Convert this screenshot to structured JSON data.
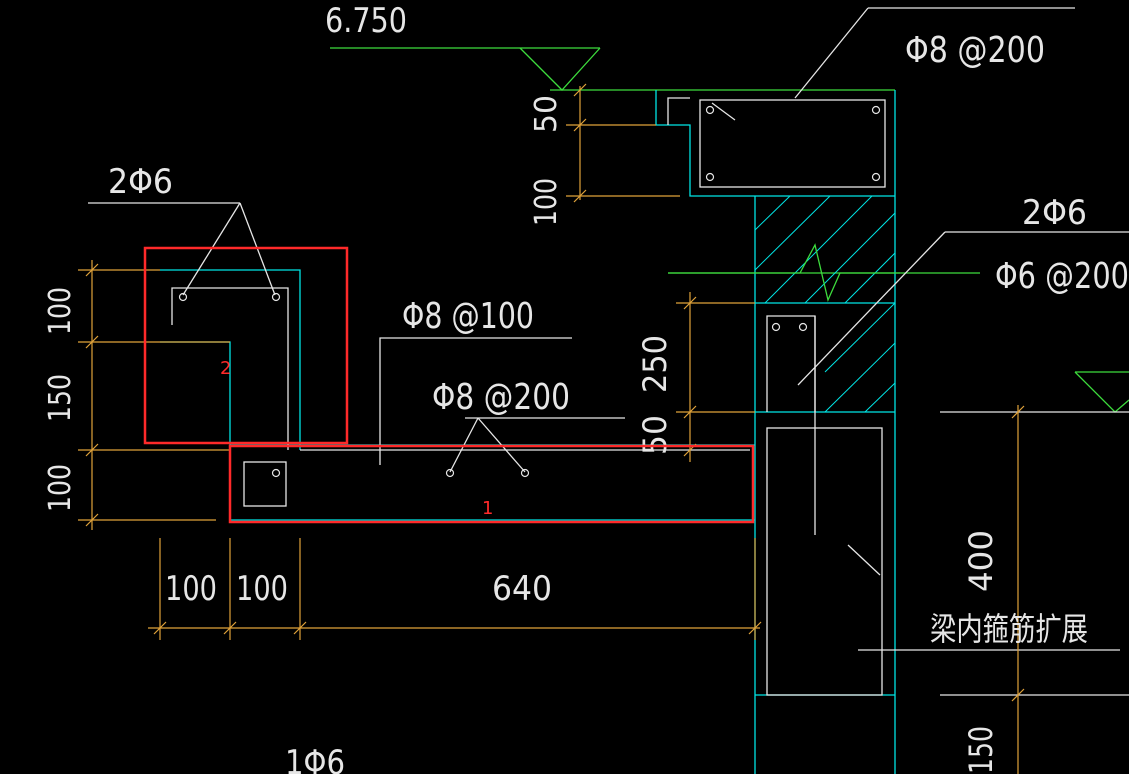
{
  "colors": {
    "background": "#000000",
    "outline_white": "#e6e6e6",
    "concrete_cyan": "#00e5e5",
    "dimension_orange": "#e0a23a",
    "level_green": "#3ddc3d",
    "highlight_red": "#ff2a2a"
  },
  "labels": {
    "elevation": "6.750",
    "rebar_top_right": "Φ8 @200",
    "rebar_upper_left": "2Φ6",
    "rebar_right_bars": "2Φ6",
    "rebar_right_stirrup": "Φ6 @200",
    "rebar_slab_top": "Φ8 @100",
    "rebar_slab_bottom": "Φ8 @200",
    "rebar_bottom_left": "1Φ6",
    "beam_note": "梁内箍筋扩展"
  },
  "dimensions": {
    "left_100_top": "100",
    "left_150": "150",
    "left_100_bottom": "100",
    "bottom_100_a": "100",
    "bottom_100_b": "100",
    "bottom_640": "640",
    "top_50": "50",
    "top_100": "100",
    "mid_250": "250",
    "mid_50": "50",
    "right_400": "400",
    "right_150": "150"
  },
  "highlights": {
    "box1_label": "1",
    "box2_label": "2"
  }
}
